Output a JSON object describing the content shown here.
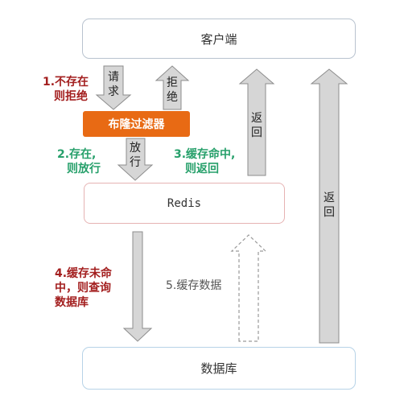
{
  "nodes": {
    "client": "客户端",
    "bloom": "布隆过滤器",
    "redis": "Redis",
    "db": "数据库"
  },
  "arrows": {
    "request": "请求",
    "reject": "拒绝",
    "pass": "放行",
    "return_redis": "返回",
    "return_db": "返回"
  },
  "steps": {
    "s1_line1": "1.不存在",
    "s1_line2": "则拒绝",
    "s2_line1": "2.存在,",
    "s2_line2": "则放行",
    "s3_line1": "3.缓存命中,",
    "s3_line2": "则返回",
    "s4_line1": "4.缓存未命",
    "s4_line2": "中，则查询",
    "s4_line3": "数据库",
    "s5": "5.缓存数据"
  },
  "colors": {
    "bloom_fill": "#e86a14",
    "arrow_fill": "#d6d6d6",
    "step_red": "#a31f1f",
    "step_green": "#27a06b"
  }
}
